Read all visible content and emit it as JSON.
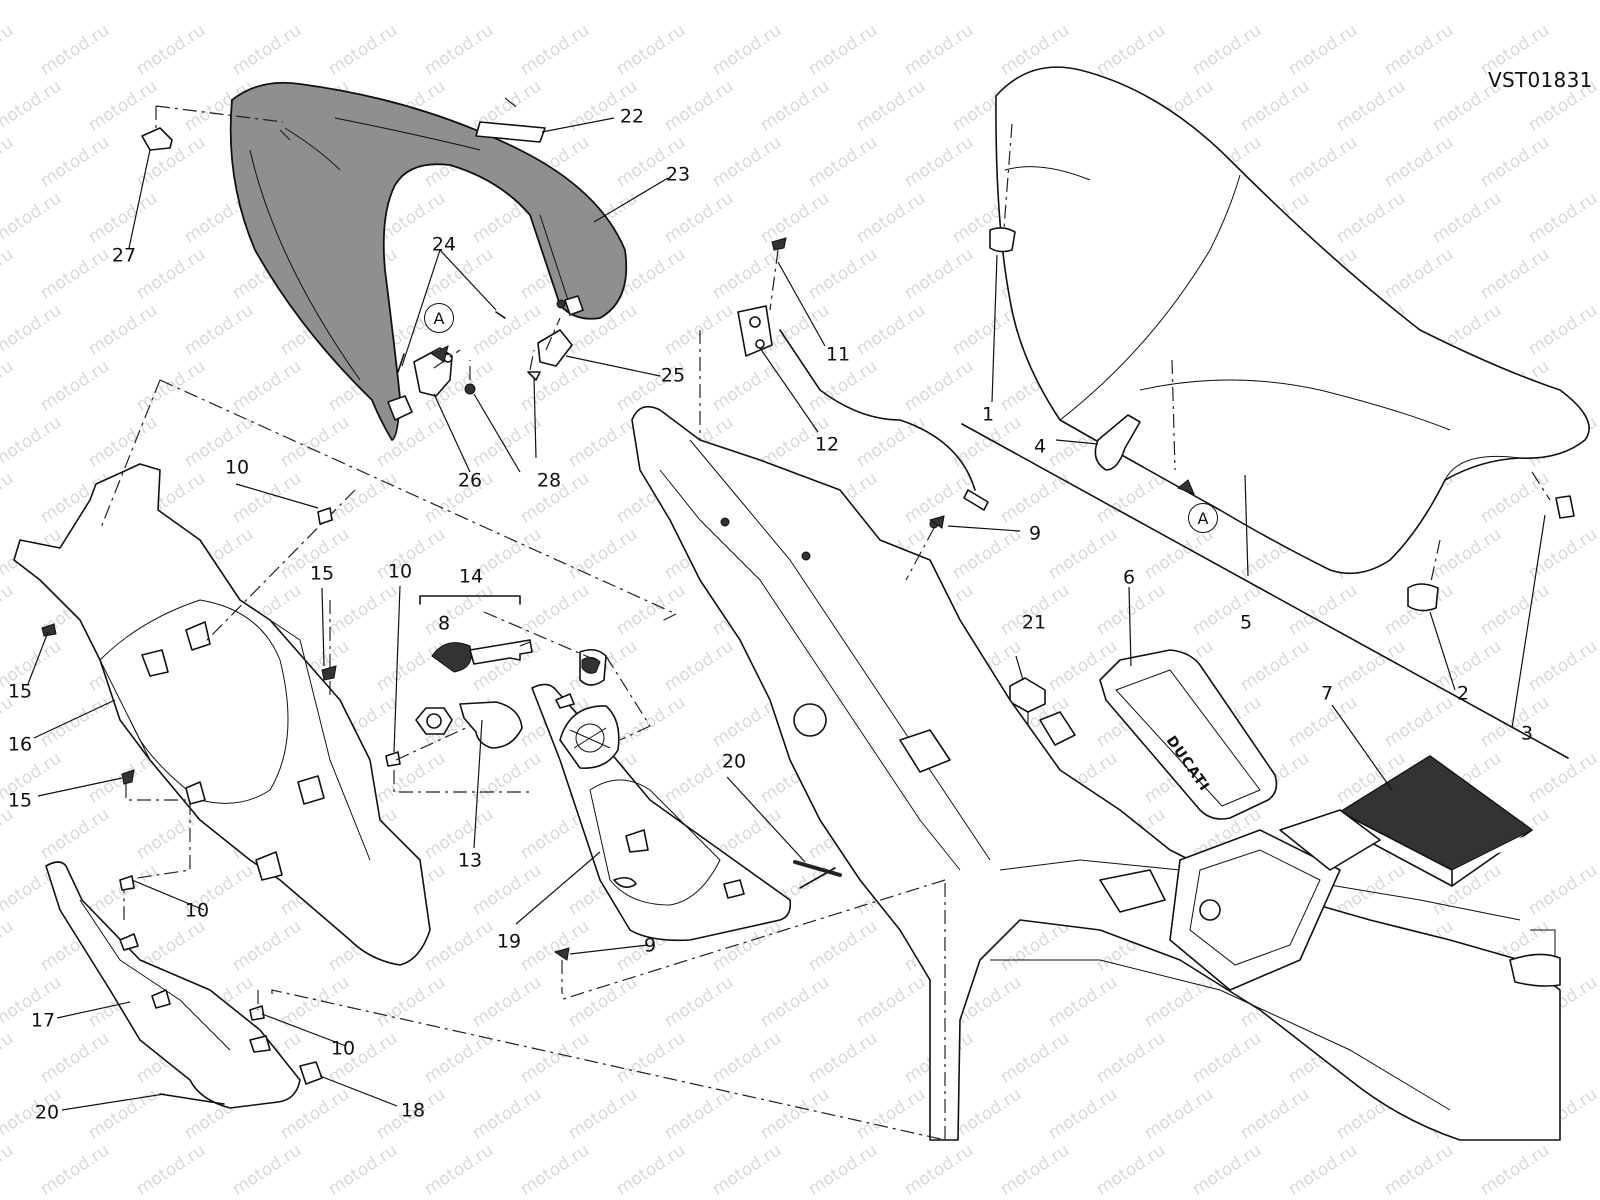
{
  "drawing_code": "VST01831",
  "watermark": "motod.ru",
  "callout_letter": "A",
  "tank_brand": "DUCATI",
  "references": [
    {
      "id": "1",
      "label": "1"
    },
    {
      "id": "2",
      "label": "2"
    },
    {
      "id": "3",
      "label": "3"
    },
    {
      "id": "4",
      "label": "4"
    },
    {
      "id": "5",
      "label": "5"
    },
    {
      "id": "6",
      "label": "6"
    },
    {
      "id": "7",
      "label": "7"
    },
    {
      "id": "8",
      "label": "8"
    },
    {
      "id": "9a",
      "label": "9"
    },
    {
      "id": "9b",
      "label": "9"
    },
    {
      "id": "10a",
      "label": "10"
    },
    {
      "id": "10b",
      "label": "10"
    },
    {
      "id": "10c",
      "label": "10"
    },
    {
      "id": "10d",
      "label": "10"
    },
    {
      "id": "11",
      "label": "11"
    },
    {
      "id": "12",
      "label": "12"
    },
    {
      "id": "13",
      "label": "13"
    },
    {
      "id": "14",
      "label": "14"
    },
    {
      "id": "15a",
      "label": "15"
    },
    {
      "id": "15b",
      "label": "15"
    },
    {
      "id": "15c",
      "label": "15"
    },
    {
      "id": "16",
      "label": "16"
    },
    {
      "id": "17",
      "label": "17"
    },
    {
      "id": "18",
      "label": "18"
    },
    {
      "id": "19",
      "label": "19"
    },
    {
      "id": "20a",
      "label": "20"
    },
    {
      "id": "20b",
      "label": "20"
    },
    {
      "id": "21",
      "label": "21"
    },
    {
      "id": "22",
      "label": "22"
    },
    {
      "id": "23",
      "label": "23"
    },
    {
      "id": "24",
      "label": "24"
    },
    {
      "id": "25",
      "label": "25"
    },
    {
      "id": "26",
      "label": "26"
    },
    {
      "id": "27",
      "label": "27"
    },
    {
      "id": "28",
      "label": "28"
    }
  ]
}
